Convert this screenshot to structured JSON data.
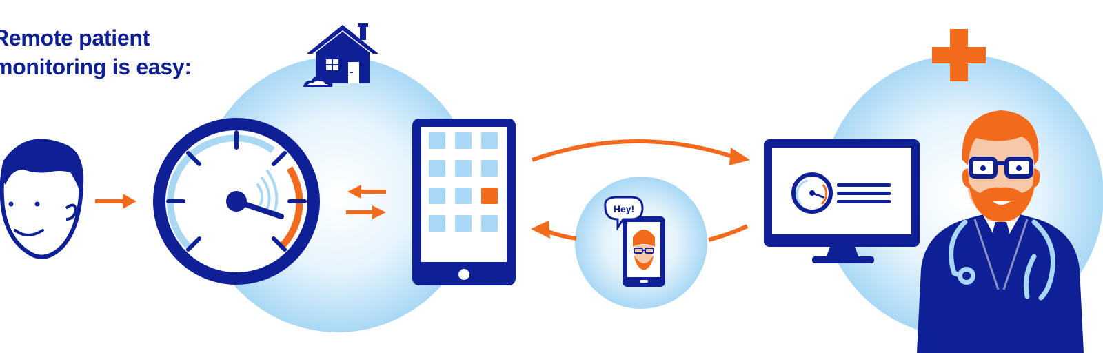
{
  "heading": {
    "line1": "Remote patient",
    "line2": "monitoring is easy:"
  },
  "phone_bubble": {
    "text": "Hey!"
  },
  "colors": {
    "navy": "#0f1f95",
    "orange": "#f26b1d",
    "light_blue": "#a9d8f5",
    "pale_blue": "#dff0fb",
    "white": "#ffffff"
  },
  "icons": {
    "patient": "patient-face-icon",
    "gauge": "blood-pressure-gauge-icon",
    "home": "home-icon",
    "tablet": "tablet-icon",
    "monitor": "doctor-monitor-icon",
    "phone": "video-call-phone-icon",
    "doctor": "doctor-icon",
    "cross": "medical-cross-icon"
  }
}
